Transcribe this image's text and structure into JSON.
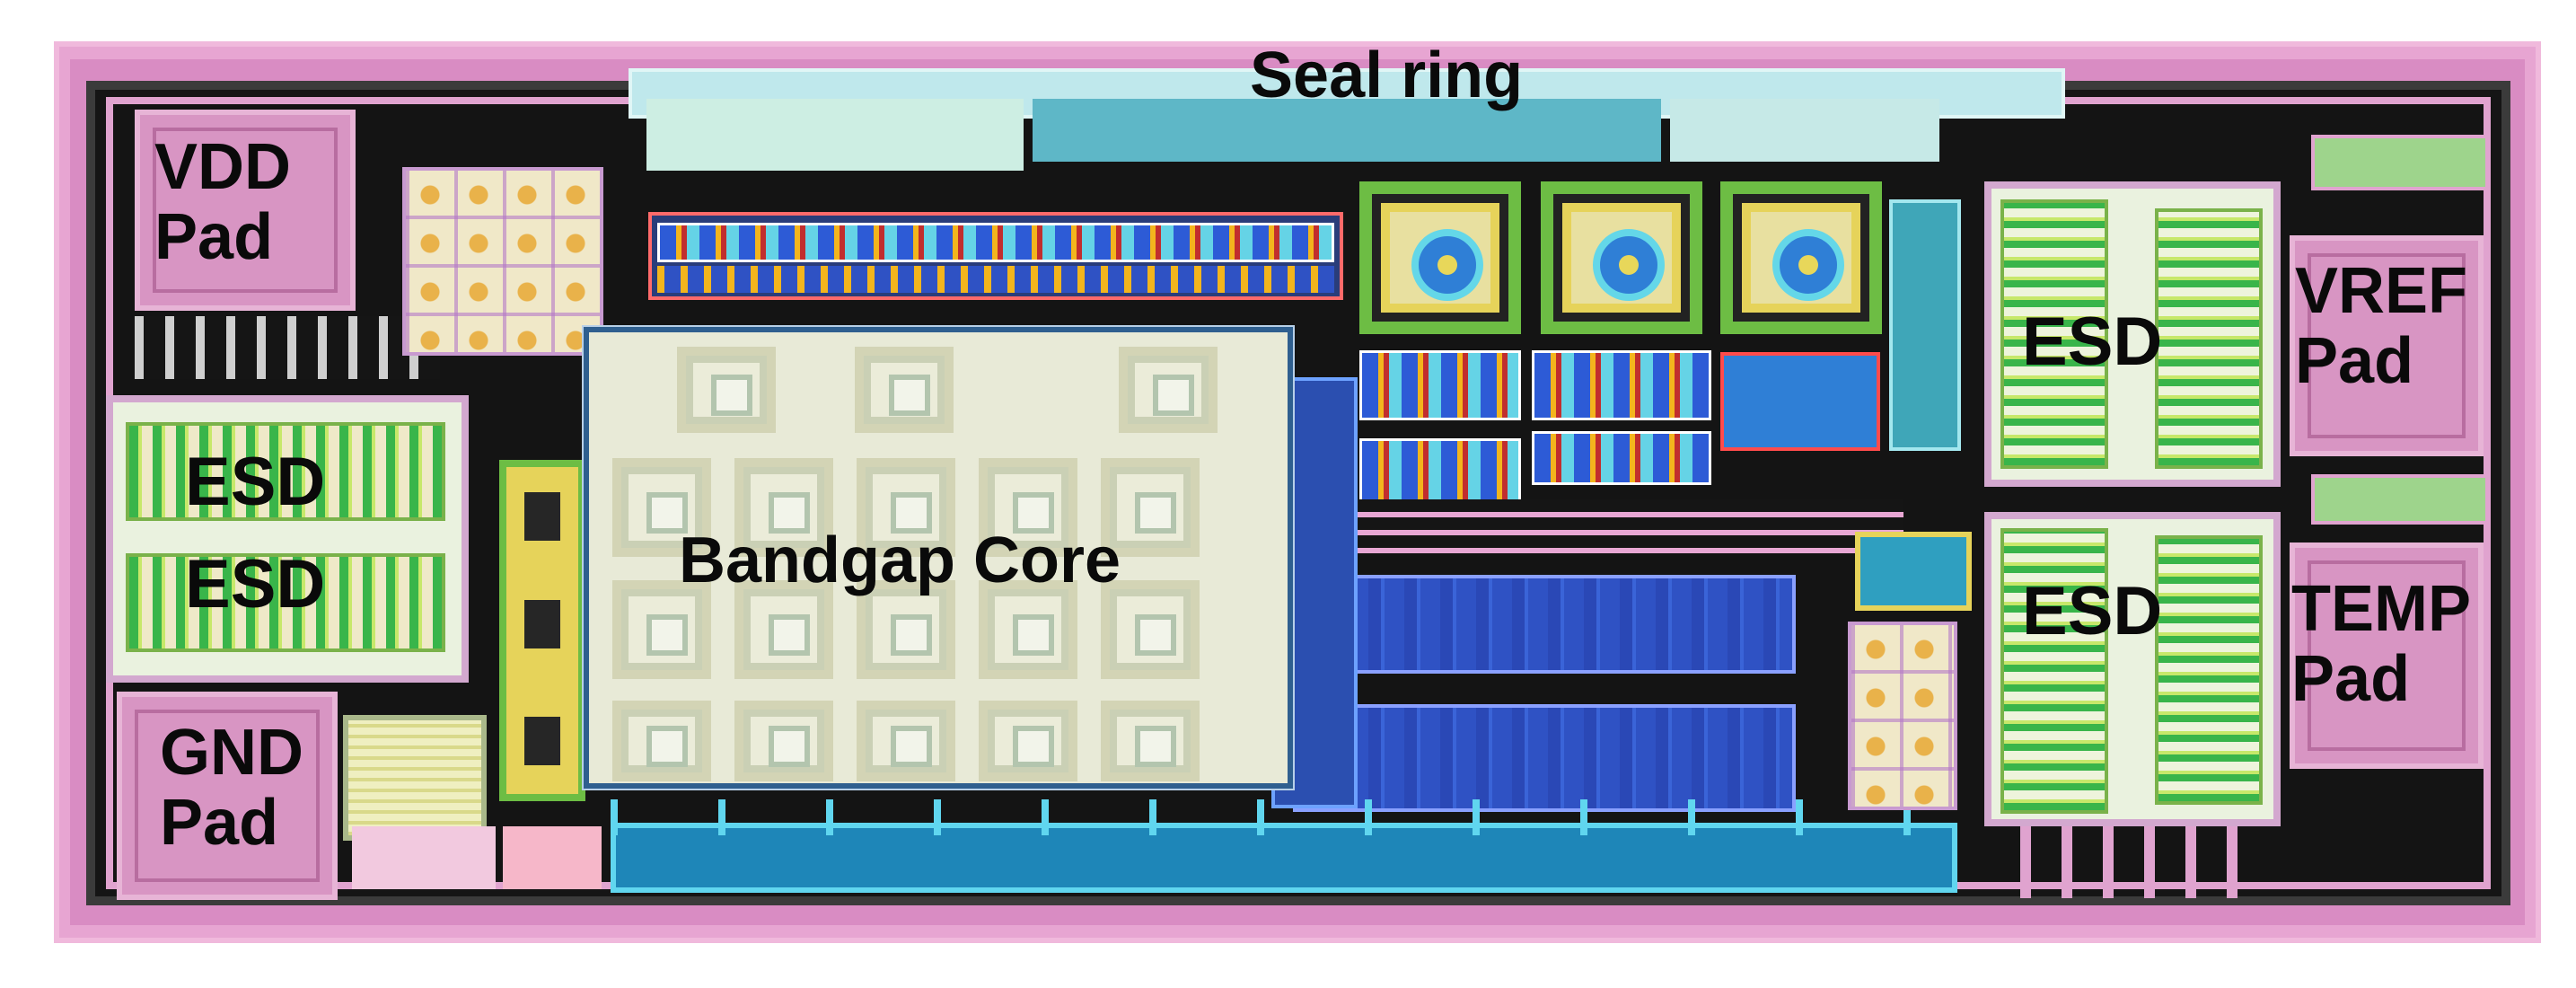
{
  "labels": {
    "seal_ring": "Seal ring",
    "vdd_pad": "VDD Pad",
    "gnd_pad": "GND Pad",
    "vref_pad": "VREF Pad",
    "temp_pad": "TEMP Pad",
    "esd_left_top": "ESD",
    "esd_left_bottom": "ESD",
    "esd_right_top": "ESD",
    "esd_right_bottom": "ESD",
    "bandgap_core": "Bandgap Core"
  },
  "colors": {
    "seal_ring": "#e8a9d6",
    "die_border": "#2b2b2b",
    "die_fill": "#111111",
    "pad": "#d895c3",
    "esd_green": "#39b54a",
    "bandgap_overlay_border": "#2f5f8f",
    "metal_blue": "#2f52c4",
    "metal_cyan": "#3ec5e8"
  }
}
